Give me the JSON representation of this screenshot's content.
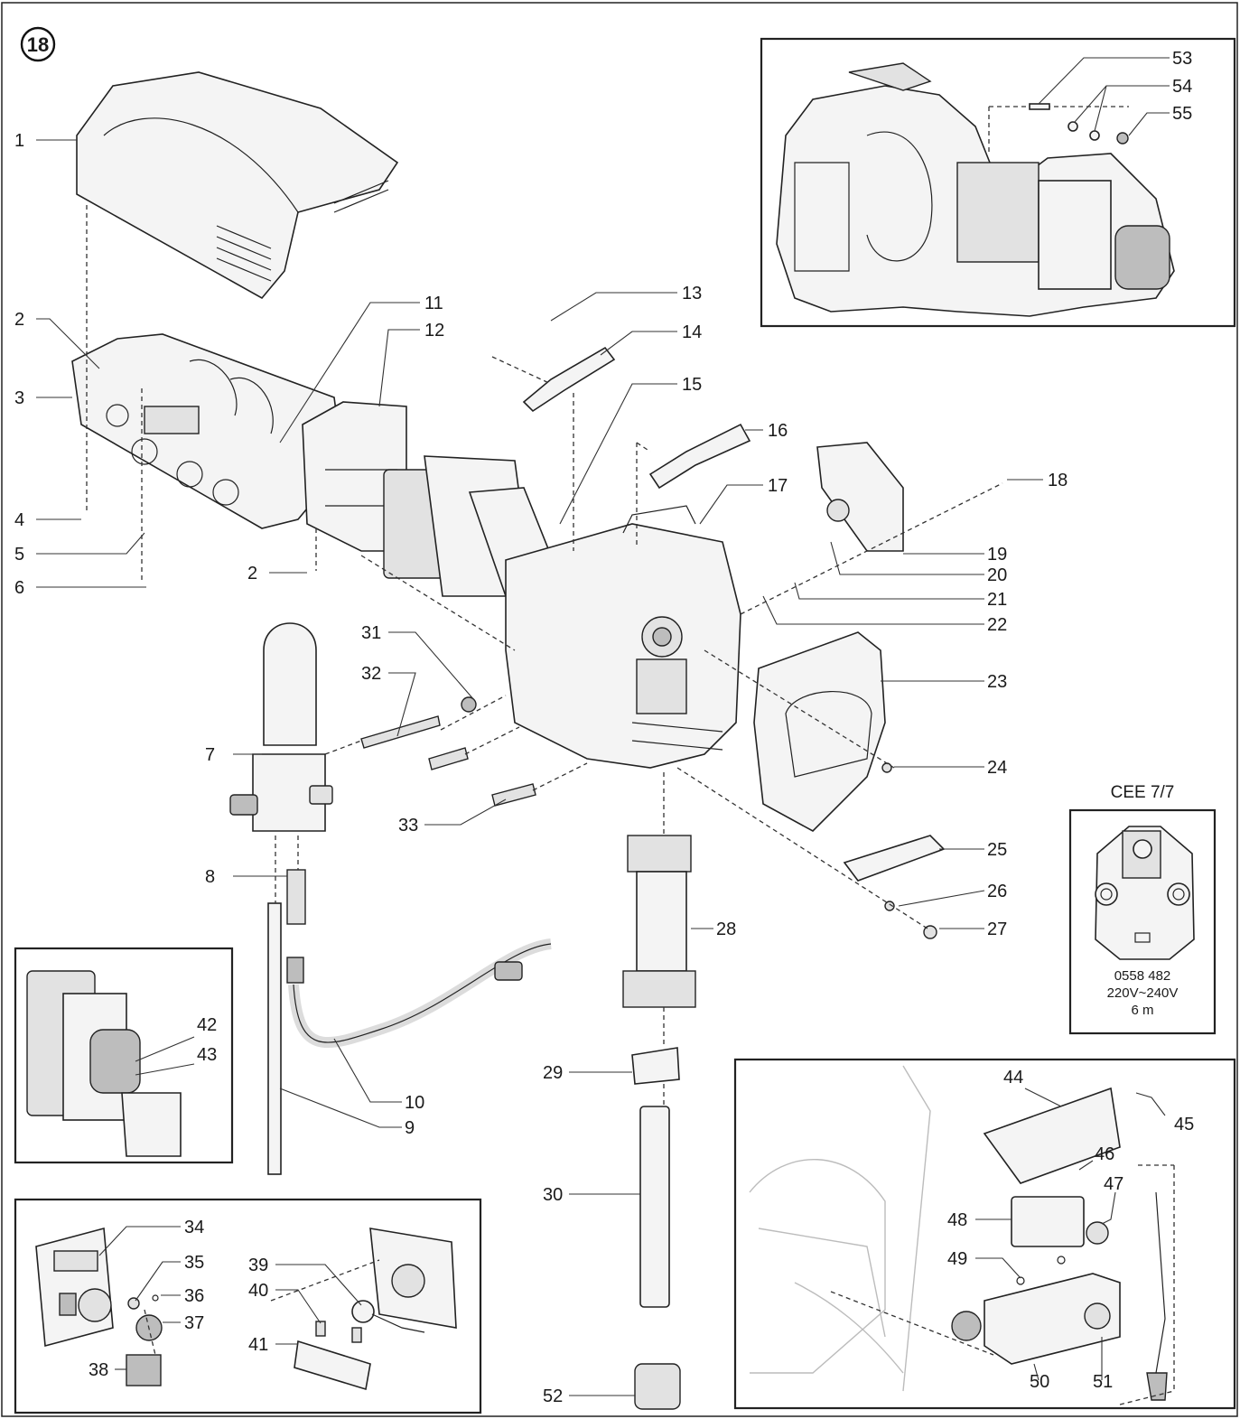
{
  "figure_number": "18",
  "part_labels": [
    "1",
    "2",
    "3",
    "4",
    "5",
    "6",
    "2",
    "7",
    "8",
    "9",
    "10",
    "11",
    "12",
    "13",
    "14",
    "15",
    "16",
    "17",
    "18",
    "19",
    "20",
    "21",
    "22",
    "23",
    "24",
    "25",
    "26",
    "27",
    "28",
    "29",
    "30",
    "31",
    "32",
    "33",
    "34",
    "35",
    "36",
    "37",
    "38",
    "39",
    "40",
    "41",
    "42",
    "43",
    "44",
    "45",
    "46",
    "47",
    "48",
    "49",
    "50",
    "51",
    "52",
    "53",
    "54",
    "55"
  ],
  "plug": {
    "title": "CEE 7/7",
    "part_no": "0558 482",
    "voltage": "220V~240V",
    "cable_length": "6 m"
  }
}
